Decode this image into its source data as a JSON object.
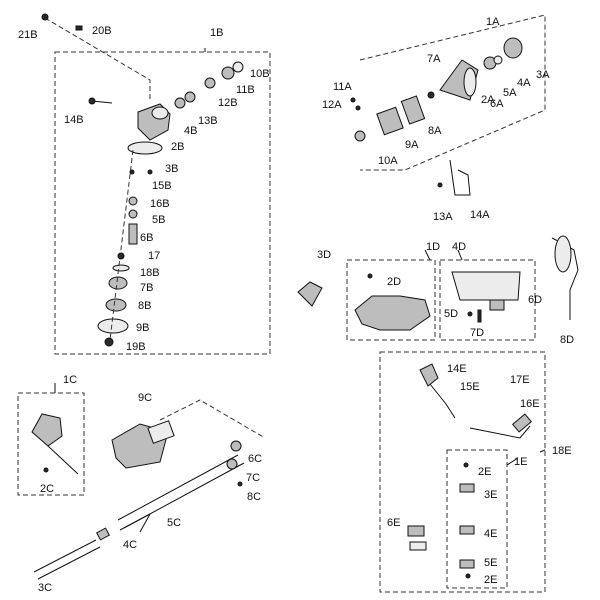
{
  "labels": {
    "l21B": "21B",
    "l20B": "20B",
    "l1B": "1B",
    "l10B": "10B",
    "l11B": "11B",
    "l12B": "12B",
    "l13B": "13B",
    "l14B": "14B",
    "l4B": "4B",
    "l2B": "2B",
    "l3B": "3B",
    "l15B": "15B",
    "l16B": "16B",
    "l5B": "5B",
    "l6B": "6B",
    "l17": "17",
    "l18B": "18B",
    "l7B": "7B",
    "l8B": "8B",
    "l9B": "9B",
    "l19B": "19B",
    "l1A": "1A",
    "l3A": "3A",
    "l4A": "4A",
    "l5A": "5A",
    "l6A": "6A",
    "l2A": "2A",
    "l7A": "7A",
    "l11A": "11A",
    "l12A": "12A",
    "l8A": "8A",
    "l9A": "9A",
    "l10A": "10A",
    "l13A": "13A",
    "l14A": "14A",
    "l3D": "3D",
    "l1D": "1D",
    "l4D": "4D",
    "l2D": "2D",
    "l6D": "6D",
    "l5D": "5D",
    "l7D": "7D",
    "l8D": "8D",
    "l1C": "1C",
    "l2C": "2C",
    "l9C": "9C",
    "l6C": "6C",
    "l7C": "7C",
    "l8C": "8C",
    "l5C": "5C",
    "l4C": "4C",
    "l3C": "3C",
    "l14E": "14E",
    "l15E": "15E",
    "l17E": "17E",
    "l16E": "16E",
    "l18E": "18E",
    "l1E": "1E",
    "l2Ea": "2E",
    "l3E": "3E",
    "l4E": "4E",
    "l6E": "6E",
    "l5E": "5E",
    "l2Eb": "2E"
  }
}
